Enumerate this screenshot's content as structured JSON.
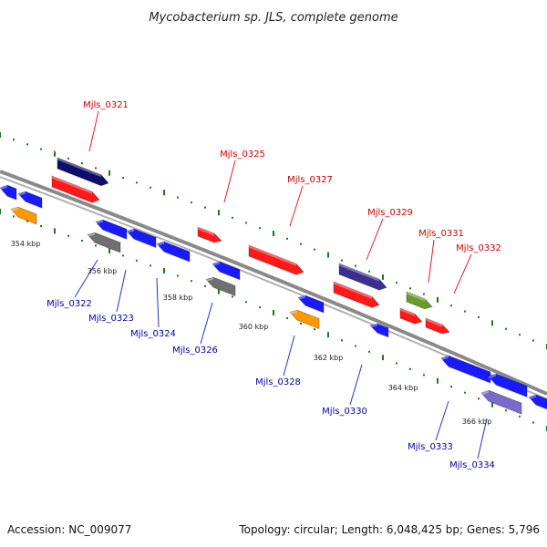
{
  "title": "Mycobacterium sp. JLS, complete genome",
  "footer": {
    "accession": "Accession: NC_009077",
    "summary": "Topology: circular; Length: 6,048,425 bp; Genes: 5,796"
  },
  "colors": {
    "forward_label": "#cc0000",
    "reverse_label": "#0000aa",
    "backbone": "#8a8a8a",
    "tick": "#1a7a1a",
    "leader_forward": "#dd2222",
    "leader_reverse": "#2233cc"
  },
  "scale_labels": [
    "354 kbp",
    "356 kbp",
    "358 kbp",
    "360 kbp",
    "362 kbp",
    "364 kbp",
    "366 kbp"
  ],
  "forward_genes": [
    {
      "label": "Mjls_0321",
      "color": "#0d0d6b"
    },
    {
      "label": "Mjls_0325",
      "color": "#ff1a1a"
    },
    {
      "label": "Mjls_0327",
      "color": "#ff1a1a"
    },
    {
      "label": "Mjls_0329",
      "color": "#3a3090"
    },
    {
      "label": "Mjls_0331",
      "color": "#6b9a2a"
    },
    {
      "label": "Mjls_0332",
      "color": "#ff1a1a"
    }
  ],
  "reverse_genes": [
    {
      "label": "Mjls_0322",
      "color": "#707070"
    },
    {
      "label": "Mjls_0323",
      "color": "#1a1aff"
    },
    {
      "label": "Mjls_0324",
      "color": "#1a1aff"
    },
    {
      "label": "Mjls_0326",
      "color": "#707070"
    },
    {
      "label": "Mjls_0328",
      "color": "#ff9900"
    },
    {
      "label": "Mjls_0330",
      "color": "#1a1aff"
    },
    {
      "label": "Mjls_0333",
      "color": "#1a1aff"
    },
    {
      "label": "Mjls_0334",
      "color": "#7a6acc"
    }
  ]
}
